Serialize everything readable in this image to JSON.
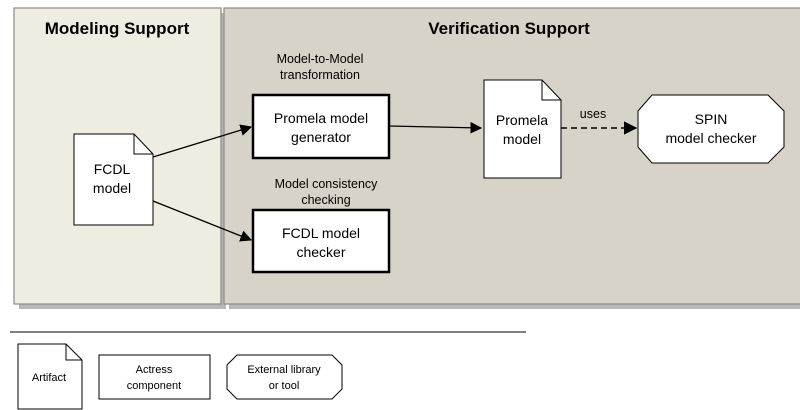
{
  "panels": {
    "modeling": {
      "title": "Modeling Support"
    },
    "verification": {
      "title": "Verification Support"
    }
  },
  "annotations": {
    "m2m": [
      "Model-to-Model",
      "transformation"
    ],
    "consistency": [
      "Model consistency",
      "checking"
    ],
    "uses": "uses"
  },
  "nodes": {
    "fcdl_model": {
      "lines": [
        "FCDL",
        "model"
      ],
      "kind": "artifact"
    },
    "promela_generator": {
      "lines": [
        "Promela model",
        "generator"
      ],
      "kind": "component"
    },
    "promela_model": {
      "lines": [
        "Promela",
        "model"
      ],
      "kind": "artifact"
    },
    "spin": {
      "lines": [
        "SPIN",
        "model checker"
      ],
      "kind": "external"
    },
    "fcdl_checker": {
      "lines": [
        "FCDL model",
        "checker"
      ],
      "kind": "component"
    }
  },
  "legend": {
    "artifact": {
      "lines": [
        "Artifact"
      ]
    },
    "component": {
      "lines": [
        "Actress",
        "component"
      ]
    },
    "external": {
      "lines": [
        "External library",
        "or tool"
      ]
    }
  },
  "colors": {
    "modeling_bg": "#efede2",
    "verification_bg": "#d8d3c8",
    "panel_border": "#8a8a8a",
    "shadow": "#b8b8b8"
  }
}
